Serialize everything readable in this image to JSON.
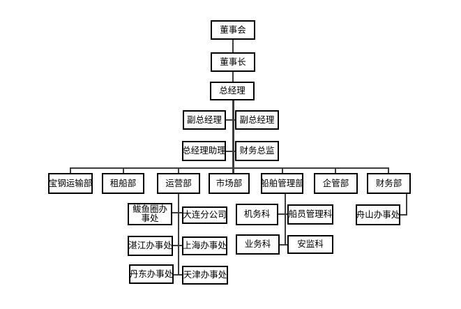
{
  "org_chart": {
    "type": "org-chart",
    "nodes": [
      {
        "id": "board",
        "label": "董事会"
      },
      {
        "id": "chairman",
        "label": "董事长"
      },
      {
        "id": "general-manager",
        "label": "总经理"
      },
      {
        "id": "deputy-gm-1",
        "label": "副总经理"
      },
      {
        "id": "deputy-gm-2",
        "label": "副总经理"
      },
      {
        "id": "gm-assistant",
        "label": "总经理助理"
      },
      {
        "id": "finance-director",
        "label": "财务总监"
      },
      {
        "id": "baosteel-transport-dept",
        "label": "宝钢运输部"
      },
      {
        "id": "chartering-dept",
        "label": "租船部"
      },
      {
        "id": "operations-dept",
        "label": "运营部"
      },
      {
        "id": "marketing-dept",
        "label": "市场部"
      },
      {
        "id": "ship-management-dept",
        "label": "船舶管理部"
      },
      {
        "id": "enterprise-management-dept",
        "label": "企管部"
      },
      {
        "id": "finance-dept",
        "label": "财务部"
      },
      {
        "id": "bayuquan-office",
        "label": "鲅鱼圈办事处"
      },
      {
        "id": "dalian-branch",
        "label": "大连分公司"
      },
      {
        "id": "zhanjiang-office",
        "label": "湛江办事处"
      },
      {
        "id": "shanghai-office",
        "label": "上海办事处"
      },
      {
        "id": "dandong-office",
        "label": "丹东办事处"
      },
      {
        "id": "tianjin-office",
        "label": "天津办事处"
      },
      {
        "id": "machinery-section",
        "label": "机务科"
      },
      {
        "id": "crew-management-section",
        "label": "船员管理科"
      },
      {
        "id": "business-section",
        "label": "业务科"
      },
      {
        "id": "safety-supervision-section",
        "label": "安监科"
      },
      {
        "id": "zhoushan-office",
        "label": "舟山办事处"
      }
    ],
    "edges": [
      {
        "from": "board",
        "to": "chairman"
      },
      {
        "from": "chairman",
        "to": "general-manager"
      },
      {
        "from": "general-manager",
        "to": "deputy-gm-1"
      },
      {
        "from": "general-manager",
        "to": "deputy-gm-2"
      },
      {
        "from": "general-manager",
        "to": "gm-assistant"
      },
      {
        "from": "general-manager",
        "to": "finance-director"
      },
      {
        "from": "general-manager",
        "to": "baosteel-transport-dept"
      },
      {
        "from": "general-manager",
        "to": "chartering-dept"
      },
      {
        "from": "general-manager",
        "to": "operations-dept"
      },
      {
        "from": "general-manager",
        "to": "marketing-dept"
      },
      {
        "from": "general-manager",
        "to": "ship-management-dept"
      },
      {
        "from": "general-manager",
        "to": "enterprise-management-dept"
      },
      {
        "from": "general-manager",
        "to": "finance-dept"
      },
      {
        "from": "operations-dept",
        "to": "bayuquan-office"
      },
      {
        "from": "operations-dept",
        "to": "dalian-branch"
      },
      {
        "from": "operations-dept",
        "to": "zhanjiang-office"
      },
      {
        "from": "operations-dept",
        "to": "shanghai-office"
      },
      {
        "from": "operations-dept",
        "to": "dandong-office"
      },
      {
        "from": "operations-dept",
        "to": "tianjin-office"
      },
      {
        "from": "ship-management-dept",
        "to": "machinery-section"
      },
      {
        "from": "ship-management-dept",
        "to": "crew-management-section"
      },
      {
        "from": "ship-management-dept",
        "to": "business-section"
      },
      {
        "from": "ship-management-dept",
        "to": "safety-supervision-section"
      },
      {
        "from": "finance-dept",
        "to": "zhoushan-office"
      }
    ],
    "colors": {
      "background": "#ffffff",
      "box_border": "#000000",
      "text": "#000000",
      "line": "#3c3c3c"
    }
  }
}
